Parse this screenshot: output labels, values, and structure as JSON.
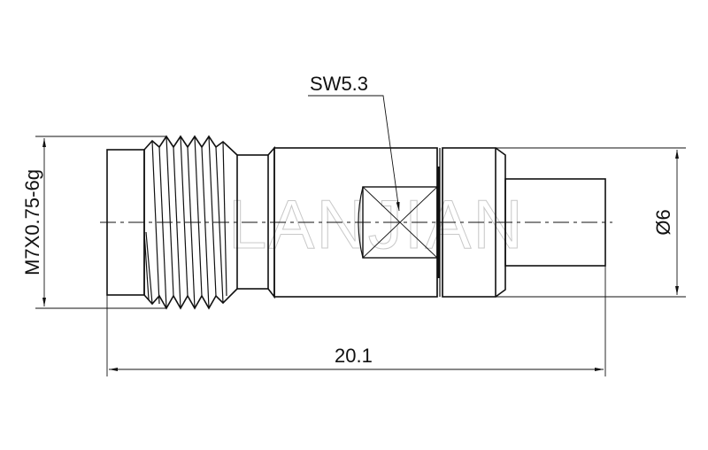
{
  "drawing": {
    "title": "Connector adapter outline drawing",
    "dimensions": {
      "thread": "M7X0.75-6g",
      "wrench_size": "SW5.3",
      "diameter": "Ø6",
      "overall_length": "20.1"
    },
    "watermark": "LANJIAN",
    "colors": {
      "line": "#111111",
      "watermark": "#c8c8c8"
    }
  }
}
